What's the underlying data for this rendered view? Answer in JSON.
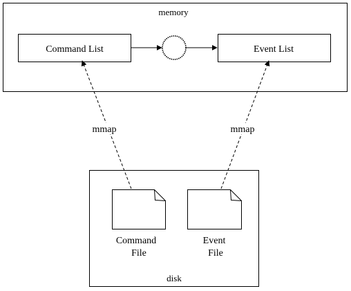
{
  "memory": {
    "title": "memory",
    "command_list": "Command List",
    "event_list": "Event List"
  },
  "disk": {
    "title": "disk",
    "command_file": [
      "Command",
      "File"
    ],
    "event_file": [
      "Event",
      "File"
    ]
  },
  "links": {
    "command_mmap": "mmap",
    "event_mmap": "mmap"
  },
  "colors": {
    "stroke": "#000000",
    "background": "#ffffff"
  }
}
